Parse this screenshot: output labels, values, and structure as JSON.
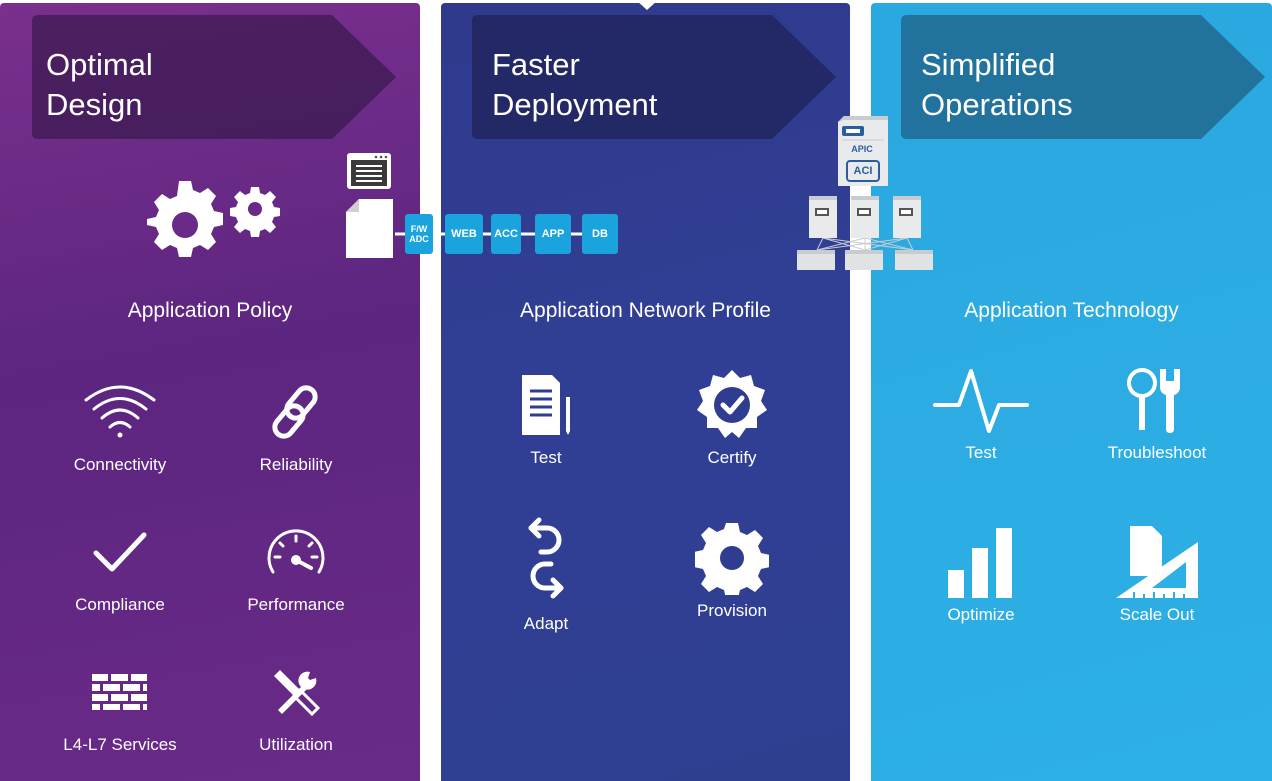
{
  "panels": [
    {
      "title_line1": "Optimal",
      "title_line2": "Design",
      "center_label": "Application Policy",
      "items": [
        {
          "label": "Connectivity",
          "icon": "wifi-icon"
        },
        {
          "label": "Reliability",
          "icon": "chain-link-icon"
        },
        {
          "label": "Compliance",
          "icon": "checkmark-icon"
        },
        {
          "label": "Performance",
          "icon": "speedometer-icon"
        },
        {
          "label": "L4-L7 Services",
          "icon": "firewall-brick-icon"
        },
        {
          "label": "Utilization",
          "icon": "wrench-screwdriver-icon"
        }
      ]
    },
    {
      "title_line1": "Faster",
      "title_line2": "Deployment",
      "center_label": "Application Network Profile",
      "items": [
        {
          "label": "Test",
          "icon": "document-pencil-icon"
        },
        {
          "label": "Certify",
          "icon": "certify-badge-icon"
        },
        {
          "label": "Adapt",
          "icon": "adapt-arrows-icon"
        },
        {
          "label": "Provision",
          "icon": "gear-icon"
        }
      ]
    },
    {
      "title_line1": "Simplified",
      "title_line2": "Operations",
      "center_label": "Application Technology",
      "items": [
        {
          "label": "Test",
          "icon": "pulse-line-icon"
        },
        {
          "label": "Troubleshoot",
          "icon": "magnifier-wrench-icon"
        },
        {
          "label": "Optimize",
          "icon": "bar-chart-icon"
        },
        {
          "label": "Scale Out",
          "icon": "document-ruler-icon"
        }
      ]
    }
  ],
  "network_chain": {
    "nodes": [
      "F/W\nADC",
      "WEB",
      "ACC",
      "APP",
      "DB"
    ],
    "node_color": "#1ba3dd"
  },
  "apic": {
    "label1": "APIC",
    "label2": "ACI"
  },
  "colors": {
    "panel1": "#6a2a88",
    "panel2": "#2f3c8f",
    "panel3": "#2bace3",
    "title_arrow": "rgba(20,20,45,0.55)"
  }
}
